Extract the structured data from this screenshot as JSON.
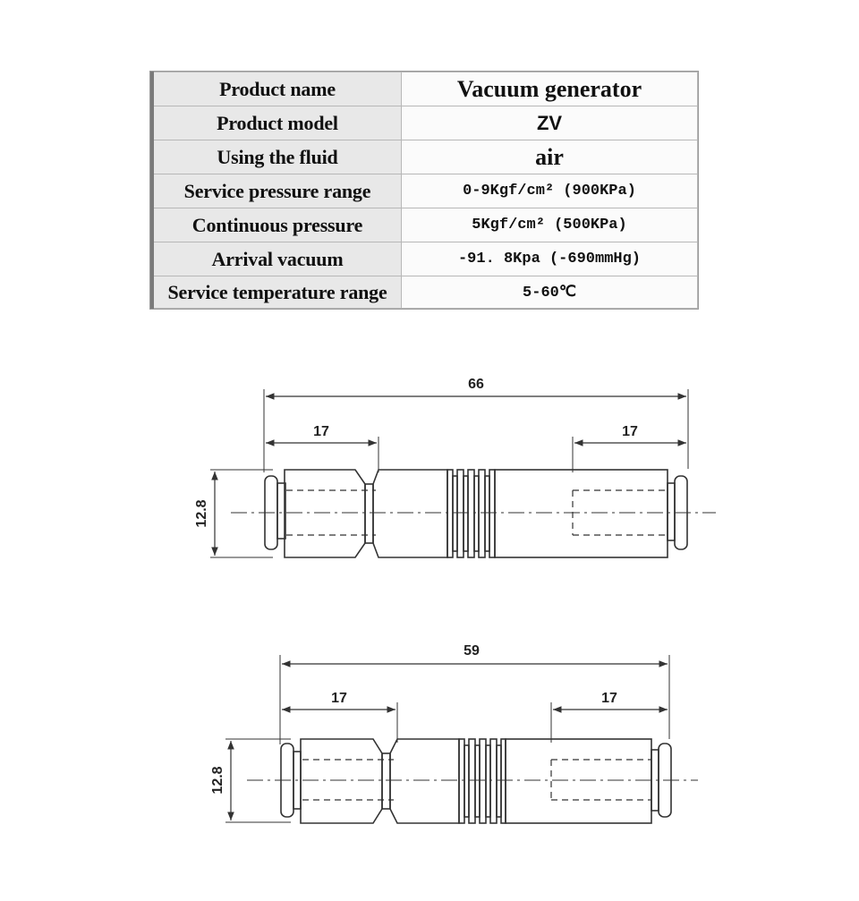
{
  "specs": {
    "rows": [
      {
        "label": "Product name",
        "value": "Vacuum generator"
      },
      {
        "label": "Product model",
        "value": "ZV"
      },
      {
        "label": "Using the fluid",
        "value": "air"
      },
      {
        "label": "Service pressure range",
        "value": "0-9Kgf/cm² (900KPa)"
      },
      {
        "label": "Continuous pressure",
        "value": "5Kgf/cm² (500KPa)"
      },
      {
        "label": "Arrival vacuum",
        "value": "-91. 8Kpa (-690mmHg)"
      },
      {
        "label": "Service temperature range",
        "value": "5-60℃"
      }
    ]
  },
  "drawing_top": {
    "overall_length": "66",
    "left_insert": "17",
    "right_insert": "17",
    "diameter": "12.8"
  },
  "drawing_bottom": {
    "overall_length": "59",
    "left_insert": "17",
    "right_insert": "17",
    "diameter": "12.8"
  }
}
